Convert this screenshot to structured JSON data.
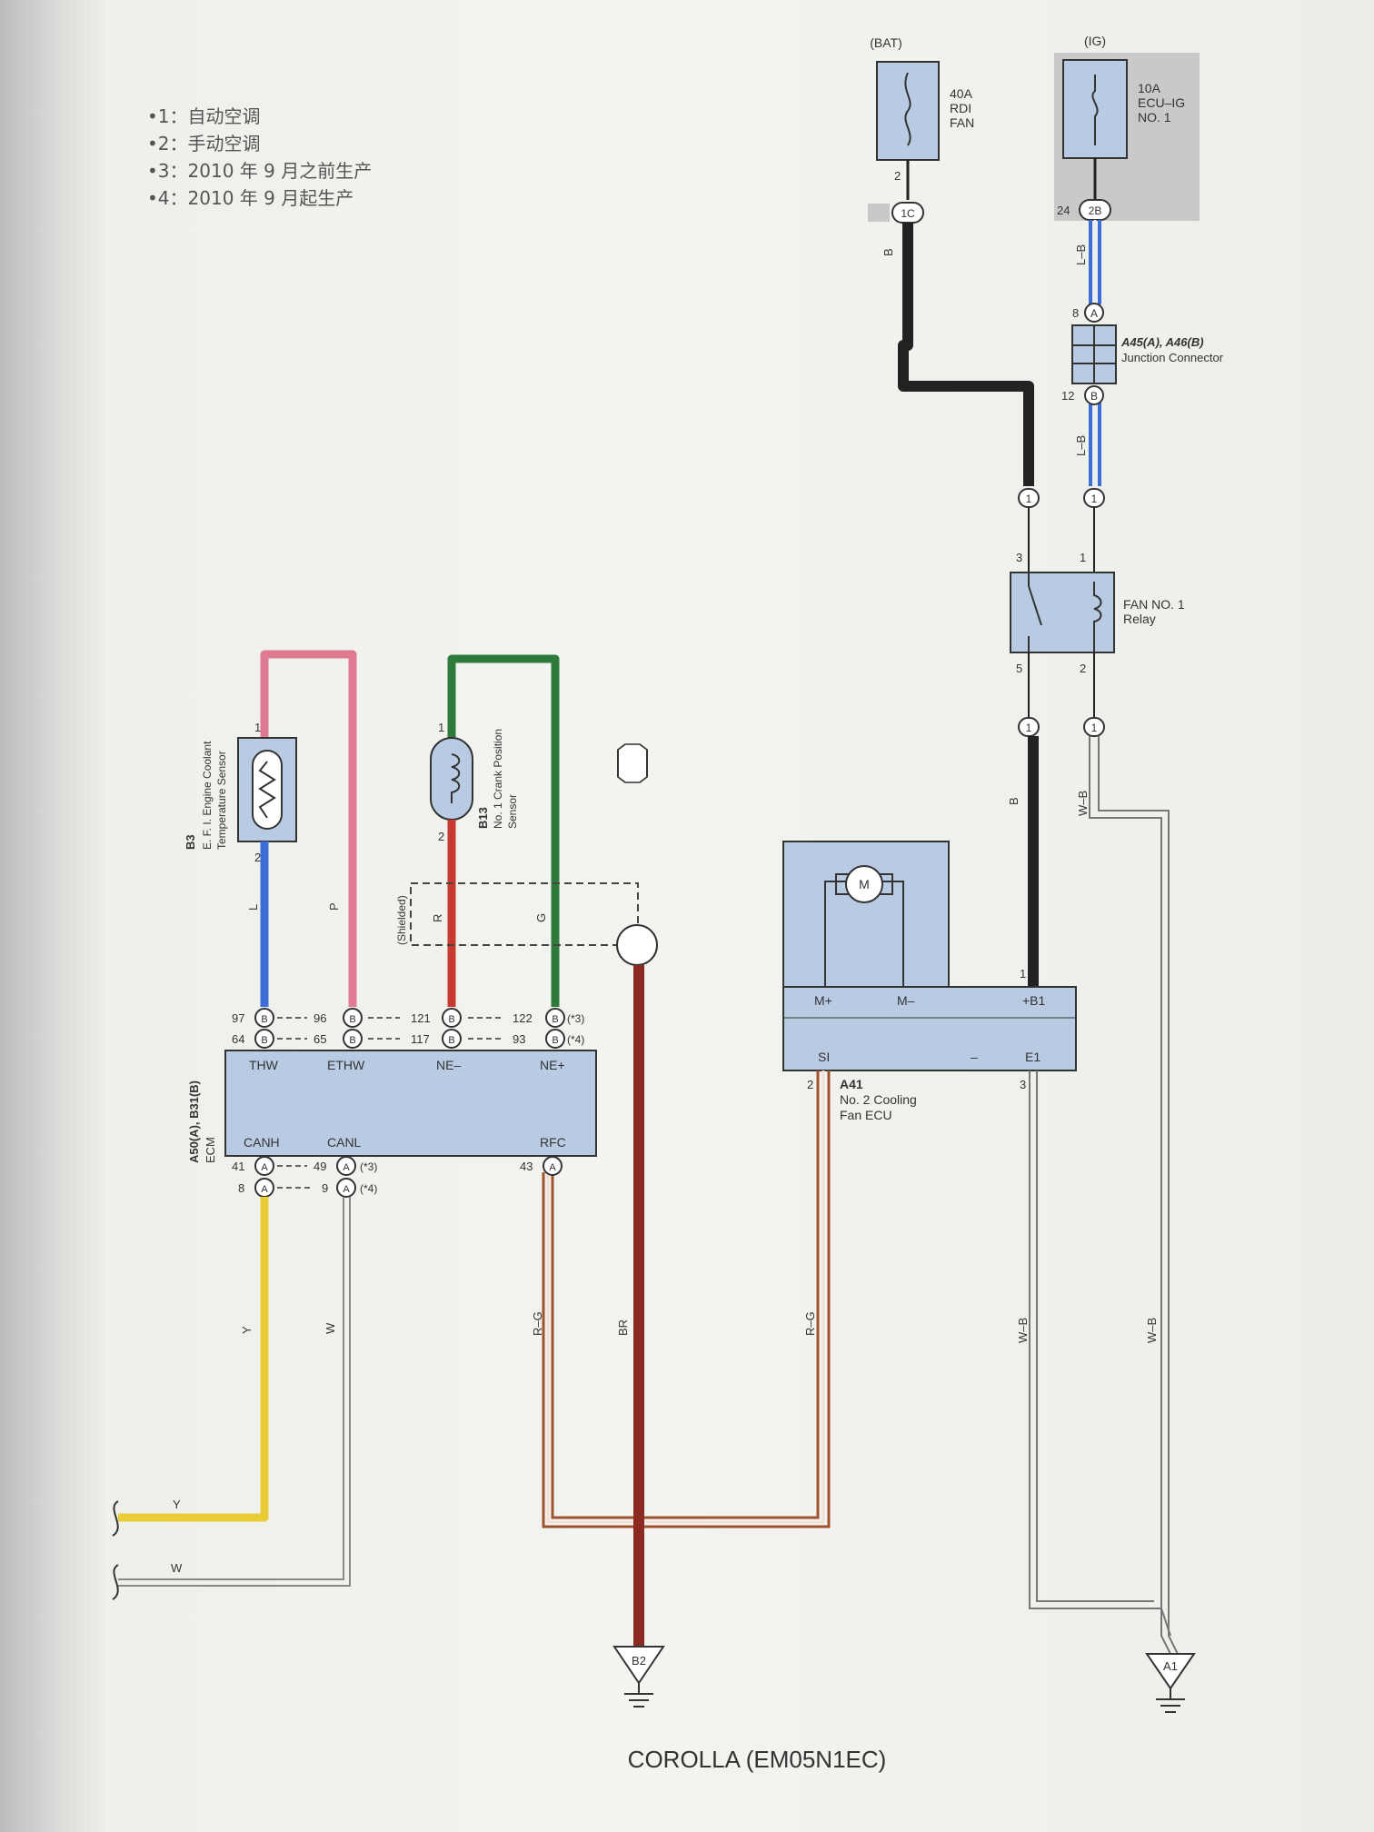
{
  "notes": [
    "•1：自动空调",
    "•2：手动空调",
    "•3：2010 年 9 月之前生产",
    "•4：2010 年 9 月起生产"
  ],
  "fuse_bat": {
    "header": "(BAT)",
    "l1": "40A",
    "l2": "RDI",
    "l3": "FAN",
    "pin": "2",
    "conn_pin": "2",
    "conn": "1C"
  },
  "fuse_ig": {
    "header": "(IG)",
    "l1": "10A",
    "l2": "ECU–IG",
    "l3": "NO. 1",
    "conn_pin": "24",
    "conn": "2B"
  },
  "junction": {
    "title": "A45(A), A46(B)",
    "subtitle": "Junction Connector",
    "pin_top": "8",
    "tag_top": "A",
    "pin_bottom": "12",
    "tag_bottom": "B"
  },
  "relay": {
    "name_l1": "FAN NO. 1",
    "name_l2": "Relay",
    "pin3": "3",
    "pin1": "1",
    "pin5": "5",
    "pin2": "2",
    "in_left": "1",
    "in_right": "1",
    "out_left": "1",
    "out_right": "1"
  },
  "fan_ecu": {
    "motor": "M",
    "mplus": "M+",
    "mminus": "M–",
    "b1": "+B1",
    "si": "SI",
    "dash": "–",
    "e1": "E1",
    "pin_b1": "1",
    "pin_si": "2",
    "pin_e1": "3",
    "name_code": "A41",
    "name_l1": "No. 2 Cooling",
    "name_l2": "Fan ECU"
  },
  "coolant_sensor": {
    "code": "B3",
    "l1": "E. F. I. Engine Coolant",
    "l2": "Temperature Sensor",
    "pin1": "1",
    "pin2": "2"
  },
  "crank_sensor": {
    "code": "B13",
    "l1": "No. 1 Crank Position",
    "l2": "Sensor",
    "pin1": "1",
    "pin2": "2"
  },
  "shield_label": "(Shielded)",
  "ecm": {
    "code": "A50(A), B31(B)",
    "name": "ECM",
    "top_pins_row1": [
      "97",
      "96",
      "121",
      "122"
    ],
    "top_pins_row2": [
      "64",
      "65",
      "117",
      "93"
    ],
    "top_tag": "B",
    "note3": "(*3)",
    "note4": "(*4)",
    "t_thw": "THW",
    "t_ethw": "ETHW",
    "t_neminus": "NE–",
    "t_neplus": "NE+",
    "b_canh": "CANH",
    "b_canl": "CANL",
    "b_rfc": "RFC",
    "bottom_pins_row1": [
      "41",
      "49",
      "43"
    ],
    "bottom_pins_row2": [
      "8",
      "9"
    ],
    "bottom_tag": "A"
  },
  "wires": {
    "B": "B",
    "LB": "L–B",
    "WB": "W–B",
    "L": "L",
    "P": "P",
    "R": "R",
    "G": "G",
    "Y": "Y",
    "W": "W",
    "RG": "R–G",
    "BR": "BR"
  },
  "grounds": {
    "left": "B2",
    "right": "A1"
  },
  "footer": "COROLLA (EM05N1EC)",
  "colors": {
    "blue_box": "#b8cbe3",
    "black": "#222222",
    "blue": "#3e6fd8",
    "pink": "#e07a92",
    "red": "#c8392e",
    "green": "#2e7a3a",
    "yellow": "#e9cc36",
    "brown": "#a0522d",
    "grey_highlight": "#c9c9c9"
  }
}
